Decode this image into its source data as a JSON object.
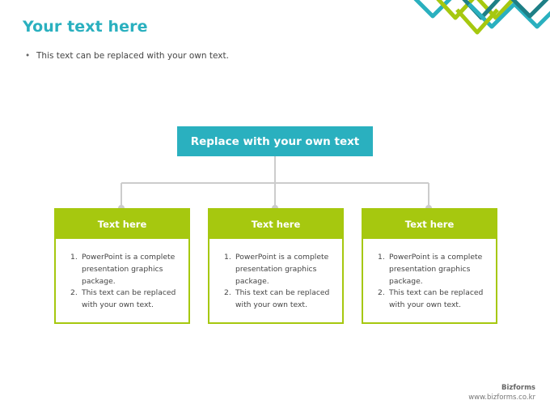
{
  "slide": {
    "title": "Your text here",
    "bullet": "This text can be replaced with your own text."
  },
  "diagram": {
    "root_label": "Replace with your own text",
    "children": [
      {
        "header": "Text here",
        "items": [
          "PowerPoint is a complete presentation graphics package.",
          "This text can be replaced with your own text."
        ]
      },
      {
        "header": "Text here",
        "items": [
          "PowerPoint is a complete presentation graphics package.",
          "This text can be replaced with your own text."
        ]
      },
      {
        "header": "Text here",
        "items": [
          "PowerPoint is a complete presentation graphics package.",
          "This text can be replaced with your own text."
        ]
      }
    ]
  },
  "brand": {
    "name": "Bizforms",
    "url": "www.bizforms.co.kr"
  },
  "colors": {
    "teal": "#2ab0bf",
    "green": "#a6c80f",
    "connector": "#cccccc",
    "deco_dark_teal": "#1d7f86"
  }
}
